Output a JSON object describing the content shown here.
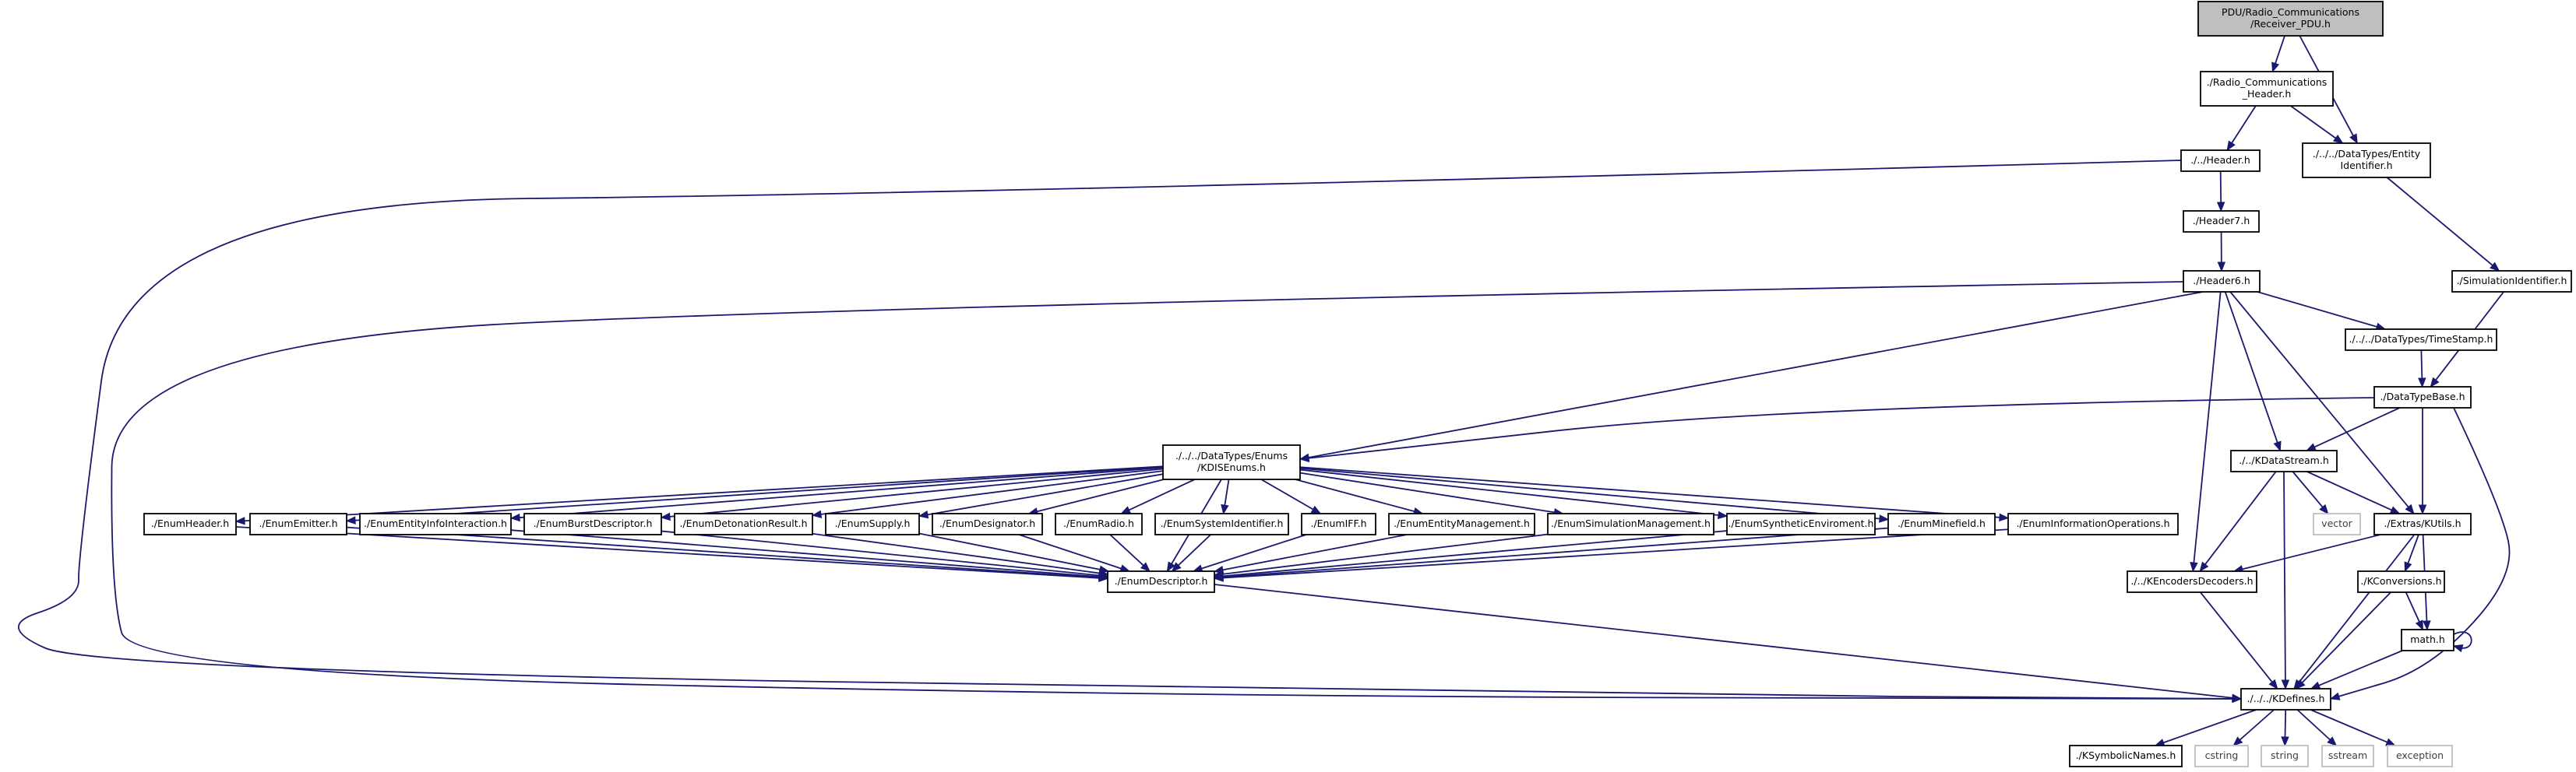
{
  "graph": {
    "edge_color": "#191970",
    "root_fill": "#bfbfbf",
    "nodes": [
      {
        "id": "receiver",
        "lines": [
          "PDU/Radio_Communications",
          "/Receiver_PDU.h"
        ],
        "style": "root"
      },
      {
        "id": "radio_header",
        "lines": [
          "./Radio_Communications",
          "_Header.h"
        ],
        "style": "normal"
      },
      {
        "id": "entity_identifier",
        "lines": [
          "./../../DataTypes/Entity",
          "Identifier.h"
        ],
        "style": "normal"
      },
      {
        "id": "header",
        "lines": [
          "./../Header.h"
        ],
        "style": "normal"
      },
      {
        "id": "header7",
        "lines": [
          "./Header7.h"
        ],
        "style": "normal"
      },
      {
        "id": "header6",
        "lines": [
          "./Header6.h"
        ],
        "style": "normal"
      },
      {
        "id": "simulation_identifier",
        "lines": [
          "./SimulationIdentifier.h"
        ],
        "style": "normal"
      },
      {
        "id": "timestamp",
        "lines": [
          "./../../DataTypes/TimeStamp.h"
        ],
        "style": "normal"
      },
      {
        "id": "datatypebase",
        "lines": [
          "./DataTypeBase.h"
        ],
        "style": "normal"
      },
      {
        "id": "kdis_enums",
        "lines": [
          "./../../DataTypes/Enums",
          "/KDISEnums.h"
        ],
        "style": "normal"
      },
      {
        "id": "kdatastream",
        "lines": [
          "./../KDataStream.h"
        ],
        "style": "normal"
      },
      {
        "id": "enum_header",
        "lines": [
          "./EnumHeader.h"
        ],
        "style": "normal"
      },
      {
        "id": "enum_emitter",
        "lines": [
          "./EnumEmitter.h"
        ],
        "style": "normal"
      },
      {
        "id": "enum_entity_info",
        "lines": [
          "./EnumEntityInfoInteraction.h"
        ],
        "style": "normal"
      },
      {
        "id": "enum_burst",
        "lines": [
          "./EnumBurstDescriptor.h"
        ],
        "style": "normal"
      },
      {
        "id": "enum_detonation",
        "lines": [
          "./EnumDetonationResult.h"
        ],
        "style": "normal"
      },
      {
        "id": "enum_supply",
        "lines": [
          "./EnumSupply.h"
        ],
        "style": "normal"
      },
      {
        "id": "enum_designator",
        "lines": [
          "./EnumDesignator.h"
        ],
        "style": "normal"
      },
      {
        "id": "enum_radio",
        "lines": [
          "./EnumRadio.h"
        ],
        "style": "normal"
      },
      {
        "id": "enum_sysid",
        "lines": [
          "./EnumSystemIdentifier.h"
        ],
        "style": "normal"
      },
      {
        "id": "enum_iff",
        "lines": [
          "./EnumIFF.h"
        ],
        "style": "normal"
      },
      {
        "id": "enum_entity_mgmt",
        "lines": [
          "./EnumEntityManagement.h"
        ],
        "style": "normal"
      },
      {
        "id": "enum_sim_mgmt",
        "lines": [
          "./EnumSimulationManagement.h"
        ],
        "style": "normal"
      },
      {
        "id": "enum_synthetic",
        "lines": [
          "./EnumSyntheticEnviroment.h"
        ],
        "style": "normal"
      },
      {
        "id": "enum_minefield",
        "lines": [
          "./EnumMinefield.h"
        ],
        "style": "normal"
      },
      {
        "id": "enum_info_ops",
        "lines": [
          "./EnumInformationOperations.h"
        ],
        "style": "normal"
      },
      {
        "id": "vector",
        "lines": [
          "vector"
        ],
        "style": "external"
      },
      {
        "id": "kutils",
        "lines": [
          "./Extras/KUtils.h"
        ],
        "style": "normal"
      },
      {
        "id": "enum_descriptor",
        "lines": [
          "./EnumDescriptor.h"
        ],
        "style": "normal"
      },
      {
        "id": "kencoders",
        "lines": [
          "./../KEncodersDecoders.h"
        ],
        "style": "normal"
      },
      {
        "id": "kconversions",
        "lines": [
          "./KConversions.h"
        ],
        "style": "normal"
      },
      {
        "id": "math",
        "lines": [
          "math.h"
        ],
        "style": "normal"
      },
      {
        "id": "kdefines",
        "lines": [
          "./../../KDefines.h"
        ],
        "style": "normal"
      },
      {
        "id": "ksymbolic",
        "lines": [
          "./KSymbolicNames.h"
        ],
        "style": "normal"
      },
      {
        "id": "cstring",
        "lines": [
          "cstring"
        ],
        "style": "external"
      },
      {
        "id": "string",
        "lines": [
          "string"
        ],
        "style": "external"
      },
      {
        "id": "sstream",
        "lines": [
          "sstream"
        ],
        "style": "external"
      },
      {
        "id": "exception",
        "lines": [
          "exception"
        ],
        "style": "external"
      }
    ],
    "edges": [
      [
        "receiver",
        "radio_header"
      ],
      [
        "receiver",
        "entity_identifier"
      ],
      [
        "radio_header",
        "header"
      ],
      [
        "radio_header",
        "entity_identifier"
      ],
      [
        "entity_identifier",
        "simulation_identifier"
      ],
      [
        "header",
        "header7"
      ],
      [
        "header",
        "kdefines"
      ],
      [
        "header7",
        "header6"
      ],
      [
        "header6",
        "kdis_enums"
      ],
      [
        "header6",
        "timestamp"
      ],
      [
        "header6",
        "kdatastream"
      ],
      [
        "header6",
        "kutils"
      ],
      [
        "header6",
        "kencoders"
      ],
      [
        "header6",
        "kdefines"
      ],
      [
        "simulation_identifier",
        "datatypebase"
      ],
      [
        "timestamp",
        "datatypebase"
      ],
      [
        "datatypebase",
        "kdis_enums"
      ],
      [
        "datatypebase",
        "kdatastream"
      ],
      [
        "datatypebase",
        "kutils"
      ],
      [
        "datatypebase",
        "kdefines"
      ],
      [
        "kdis_enums",
        "enum_header"
      ],
      [
        "kdis_enums",
        "enum_emitter"
      ],
      [
        "kdis_enums",
        "enum_entity_info"
      ],
      [
        "kdis_enums",
        "enum_burst"
      ],
      [
        "kdis_enums",
        "enum_detonation"
      ],
      [
        "kdis_enums",
        "enum_supply"
      ],
      [
        "kdis_enums",
        "enum_designator"
      ],
      [
        "kdis_enums",
        "enum_radio"
      ],
      [
        "kdis_enums",
        "enum_sysid"
      ],
      [
        "kdis_enums",
        "enum_iff"
      ],
      [
        "kdis_enums",
        "enum_entity_mgmt"
      ],
      [
        "kdis_enums",
        "enum_sim_mgmt"
      ],
      [
        "kdis_enums",
        "enum_synthetic"
      ],
      [
        "kdis_enums",
        "enum_minefield"
      ],
      [
        "kdis_enums",
        "enum_info_ops"
      ],
      [
        "kdis_enums",
        "enum_descriptor"
      ],
      [
        "enum_header",
        "enum_descriptor"
      ],
      [
        "enum_emitter",
        "enum_descriptor"
      ],
      [
        "enum_entity_info",
        "enum_descriptor"
      ],
      [
        "enum_burst",
        "enum_descriptor"
      ],
      [
        "enum_detonation",
        "enum_descriptor"
      ],
      [
        "enum_supply",
        "enum_descriptor"
      ],
      [
        "enum_designator",
        "enum_descriptor"
      ],
      [
        "enum_radio",
        "enum_descriptor"
      ],
      [
        "enum_sysid",
        "enum_descriptor"
      ],
      [
        "enum_iff",
        "enum_descriptor"
      ],
      [
        "enum_entity_mgmt",
        "enum_descriptor"
      ],
      [
        "enum_sim_mgmt",
        "enum_descriptor"
      ],
      [
        "enum_synthetic",
        "enum_descriptor"
      ],
      [
        "enum_minefield",
        "enum_descriptor"
      ],
      [
        "enum_info_ops",
        "enum_descriptor"
      ],
      [
        "enum_descriptor",
        "kdefines"
      ],
      [
        "kdatastream",
        "vector"
      ],
      [
        "kdatastream",
        "kutils"
      ],
      [
        "kdatastream",
        "kencoders"
      ],
      [
        "kdatastream",
        "kdefines"
      ],
      [
        "kutils",
        "kencoders"
      ],
      [
        "kutils",
        "kconversions"
      ],
      [
        "kutils",
        "math"
      ],
      [
        "kutils",
        "kdefines"
      ],
      [
        "kencoders",
        "kdefines"
      ],
      [
        "kconversions",
        "math"
      ],
      [
        "kconversions",
        "kdefines"
      ],
      [
        "math",
        "math"
      ],
      [
        "math",
        "kdefines"
      ],
      [
        "kdefines",
        "ksymbolic"
      ],
      [
        "kdefines",
        "cstring"
      ],
      [
        "kdefines",
        "string"
      ],
      [
        "kdefines",
        "sstream"
      ],
      [
        "kdefines",
        "exception"
      ]
    ]
  }
}
